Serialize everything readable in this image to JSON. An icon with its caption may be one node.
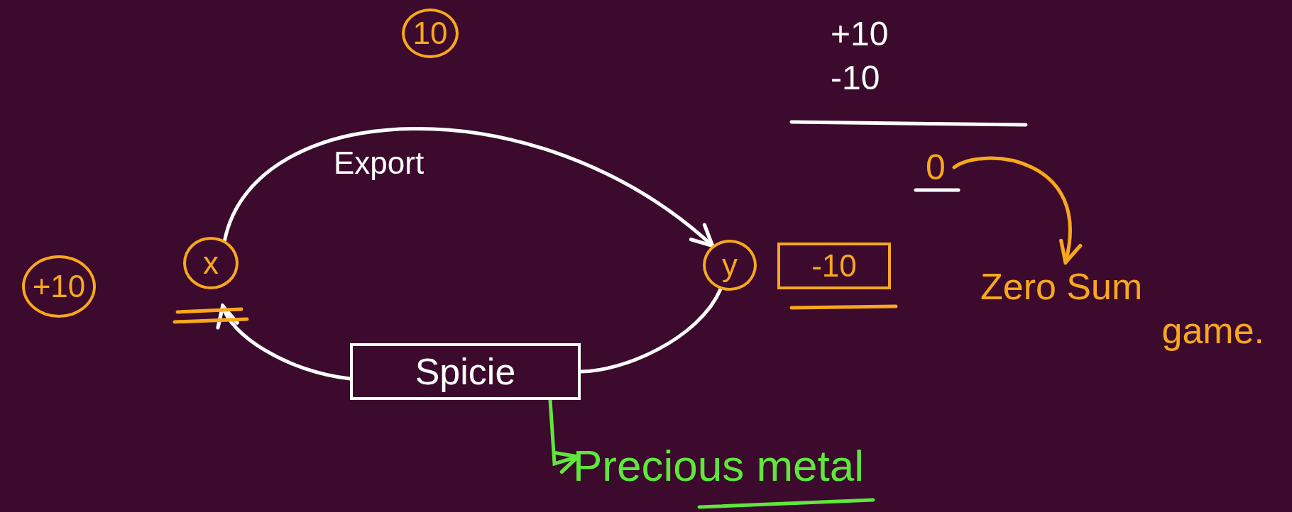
{
  "diagram": {
    "nodes": [
      {
        "text": [
          "+10"
        ]
      },
      {
        "text": [
          "x"
        ]
      },
      {
        "text": [
          "10"
        ]
      },
      {
        "text": [
          "y"
        ]
      },
      {
        "text": [
          "-10"
        ]
      },
      {
        "text": [
          "Spicie"
        ]
      },
      {
        "text": [
          "0"
        ]
      },
      {
        "text": [
          "Zero Sum",
          "game."
        ]
      },
      {
        "text": [
          "Precious metal"
        ]
      }
    ],
    "edges": [
      {
        "from": 1,
        "to": 3,
        "arrow": "to",
        "label": "Export"
      },
      {
        "from": 3,
        "to": 5,
        "arrow": "none"
      },
      {
        "from": 5,
        "to": 1,
        "arrow": "to"
      },
      {
        "from": 5,
        "to": 8,
        "arrow": "to",
        "color": "#5ee83a"
      },
      {
        "from": 6,
        "to": 7,
        "arrow": "to",
        "color": "#f7a81b"
      }
    ],
    "labels": [
      "+10",
      "-10"
    ]
  }
}
